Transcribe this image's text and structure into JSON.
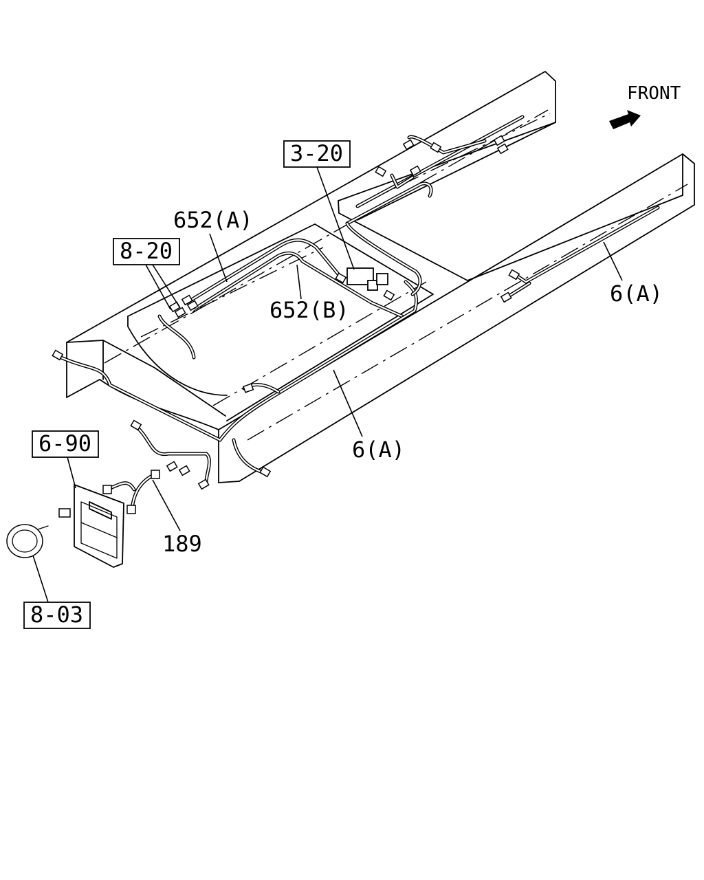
{
  "front_label": "FRONT",
  "ref_boxes": {
    "r3_20": "3-20",
    "r8_20": "8-20",
    "r6_90": "6-90",
    "r8_03": "8-03"
  },
  "part_labels": {
    "p652a": "652(A)",
    "p652b": "652(B)",
    "p6a_right": "6(A)",
    "p6a_bottom": "6(A)",
    "p189": "189"
  }
}
